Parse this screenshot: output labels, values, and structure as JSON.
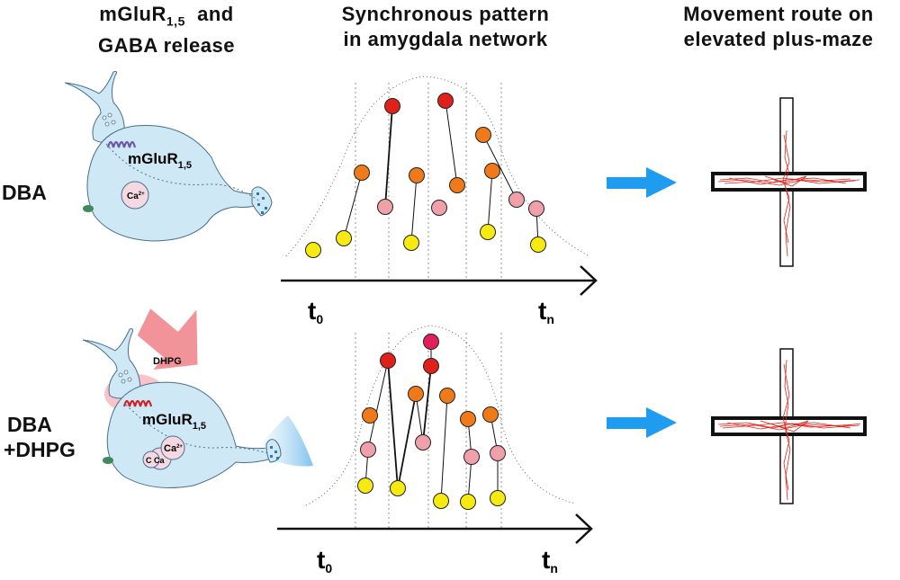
{
  "headers": {
    "col1_line1": "mGluR",
    "col1_line1_sub": "1,5",
    "col1_line1_tail": "and",
    "col1_line2": "GABA release",
    "col2_line1": "Synchronous pattern",
    "col2_line2": "in amygdala network",
    "col3_line1": "Movement route on",
    "col3_line2": "elevated plus-maze"
  },
  "rows": [
    {
      "label_line1": "DBA",
      "label_line2": "",
      "receptor": "mGluR",
      "receptor_sub": "1,5",
      "ion": "Ca",
      "ion_sup": "2+",
      "t_start": "t",
      "t_start_sub": "0",
      "t_end": "t",
      "t_end_sub": "n"
    },
    {
      "label_line1": "DBA",
      "label_line2": "+DHPG",
      "drug": "DHPG",
      "receptor": "mGluR",
      "receptor_sub": "1,5",
      "ion": "Ca",
      "ion_sup": "2+",
      "ion_extra_1": "C",
      "ion_extra_2": "Ca",
      "t_start": "t",
      "t_start_sub": "0",
      "t_end": "t",
      "t_end_sub": "n"
    }
  ],
  "colors": {
    "cell_fill": "#cfe8f6",
    "cell_stroke": "#4a6f8a",
    "arrow": "#1e9cf0",
    "route": "#e0241c",
    "node_red": "#e0201a",
    "node_orange": "#f07a1a",
    "node_pink": "#f0a0a8",
    "node_yellow": "#f7ea10",
    "node_crimson": "#e0205a",
    "drug_arrow": "#f08088"
  }
}
